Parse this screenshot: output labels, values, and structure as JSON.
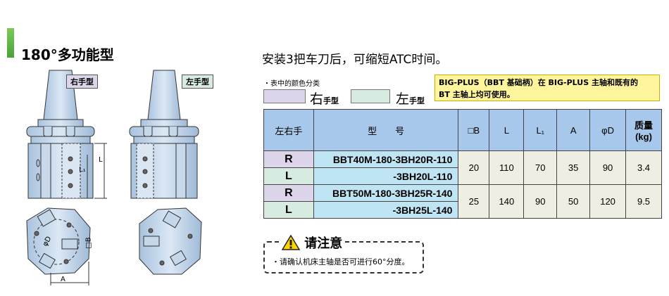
{
  "title": "180°多功能型",
  "subtitle": "安装3把车刀后，可缩短ATC时间。",
  "legend": {
    "note": "・表中的颜色分类",
    "right_big": "右",
    "right_small": "手型",
    "left_big": "左",
    "left_small": "手型"
  },
  "big_plus_note": [
    "BIG-PLUS（BBT 基础柄）在 BIG-PLUS 主轴和既有的",
    "BT 主轴上均可使用。"
  ],
  "drawing": {
    "right_tag": "右手型",
    "left_tag": "左手型",
    "dim_L": "L",
    "dim_L1": "L₁",
    "dim_B": "□B",
    "dim_D": "φD",
    "dim_A": "A"
  },
  "table": {
    "headers": [
      "左右手",
      "型　　号",
      "□B",
      "L",
      "L₁",
      "A",
      "φD",
      "质量\n(kg)"
    ],
    "rows": [
      {
        "side": "R",
        "model": "BBT40M-180-3BH20R-110"
      },
      {
        "side": "L",
        "model": "-3BH20L-110"
      },
      {
        "side": "R",
        "model": "BBT50M-180-3BH25R-140"
      },
      {
        "side": "L",
        "model": "-3BH25L-140"
      }
    ],
    "groups": [
      {
        "B": "20",
        "L": "110",
        "L1": "70",
        "A": "35",
        "D": "90",
        "mass": "3.4"
      },
      {
        "B": "25",
        "L": "140",
        "L1": "90",
        "A": "50",
        "D": "120",
        "mass": "9.5"
      }
    ]
  },
  "notice": {
    "heading": "请注意",
    "text": "・请确认机床主轴是否可进行60°分度。",
    "icon": "warning-icon"
  },
  "colors": {
    "right": "#ddd5ea",
    "left": "#d7ebe0",
    "header": "#a7c8ea",
    "model": "#bfe4f3",
    "accent": "#5cb848"
  }
}
